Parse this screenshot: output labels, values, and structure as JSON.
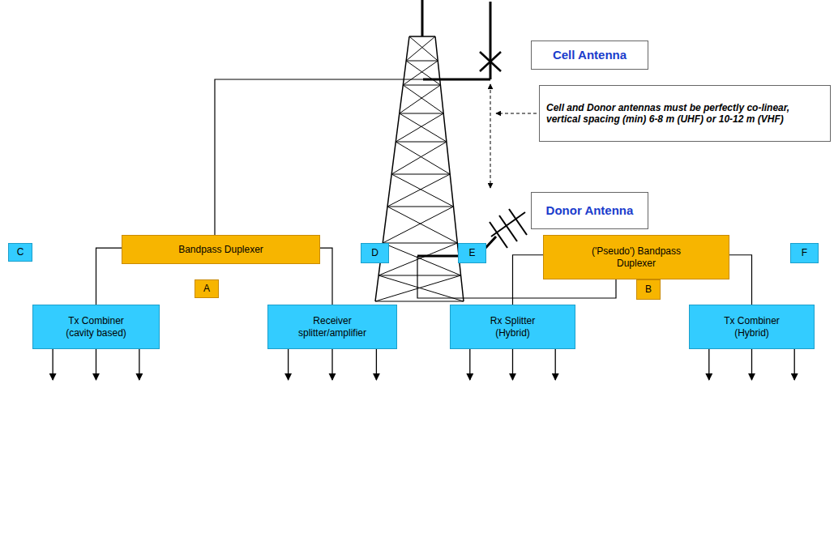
{
  "diagram": {
    "nodes": [
      {
        "text": [
          "Cell Antenna"
        ]
      },
      {
        "text": [
          "Cell and Donor antennas must be perfectly co-linear, vertical spacing (min) 6-8 m (UHF) or 10-12 m (VHF)"
        ]
      },
      {
        "text": [
          "Donor Antenna"
        ]
      },
      {
        "text": [
          "Bandpass Duplexer"
        ]
      },
      {
        "text": [
          "('Pseudo') Bandpass Duplexer"
        ]
      },
      {
        "text": [
          "C"
        ]
      },
      {
        "text": [
          "D"
        ]
      },
      {
        "text": [
          "E"
        ]
      },
      {
        "text": [
          "F"
        ]
      },
      {
        "text": [
          "A"
        ]
      },
      {
        "text": [
          "B"
        ]
      },
      {
        "text": [
          "Tx Combiner (cavity based)"
        ]
      },
      {
        "text": [
          "Receiver splitter/amplifier"
        ]
      },
      {
        "text": [
          "Rx Splitter (Hybrid)"
        ]
      },
      {
        "text": [
          "Tx Combiner (Hybrid)"
        ]
      }
    ],
    "edges": [
      {
        "from": 3,
        "to": 11,
        "arrow": "none"
      },
      {
        "from": 3,
        "to": 12,
        "arrow": "none"
      },
      {
        "from": 4,
        "to": 13,
        "arrow": "none"
      },
      {
        "from": 4,
        "to": 14,
        "arrow": "none"
      }
    ]
  }
}
